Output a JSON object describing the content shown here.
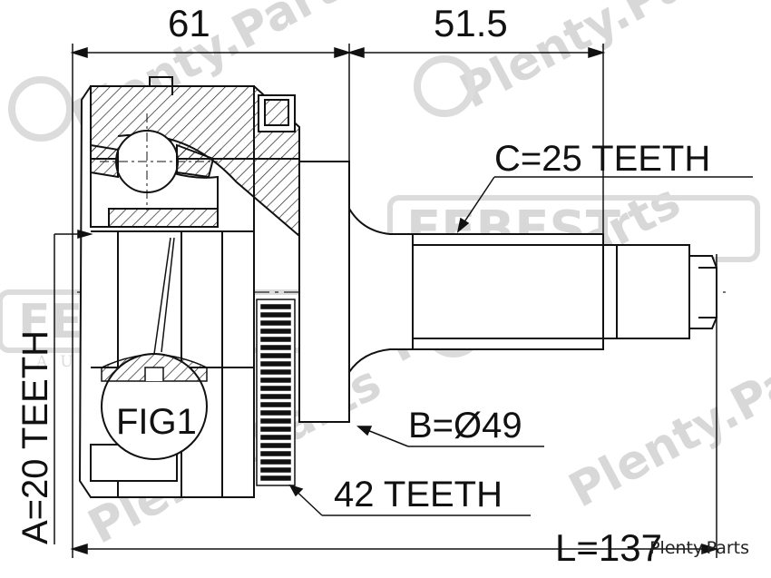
{
  "dimensions": {
    "width_left": "61",
    "width_right": "51.5",
    "total_length": "L=137"
  },
  "labels": {
    "spline_c": "C=25 TEETH",
    "diameter_b": "B=Ø49",
    "abs_ring": "42 TEETH",
    "spline_a": "A=20 TEETH",
    "figure": "FIG1"
  },
  "watermarks": {
    "brand": "FEBEST",
    "brand_sub": "AUTO PARTS",
    "plenty": "Plenty.Parts"
  },
  "credit": "Plenty.Parts"
}
